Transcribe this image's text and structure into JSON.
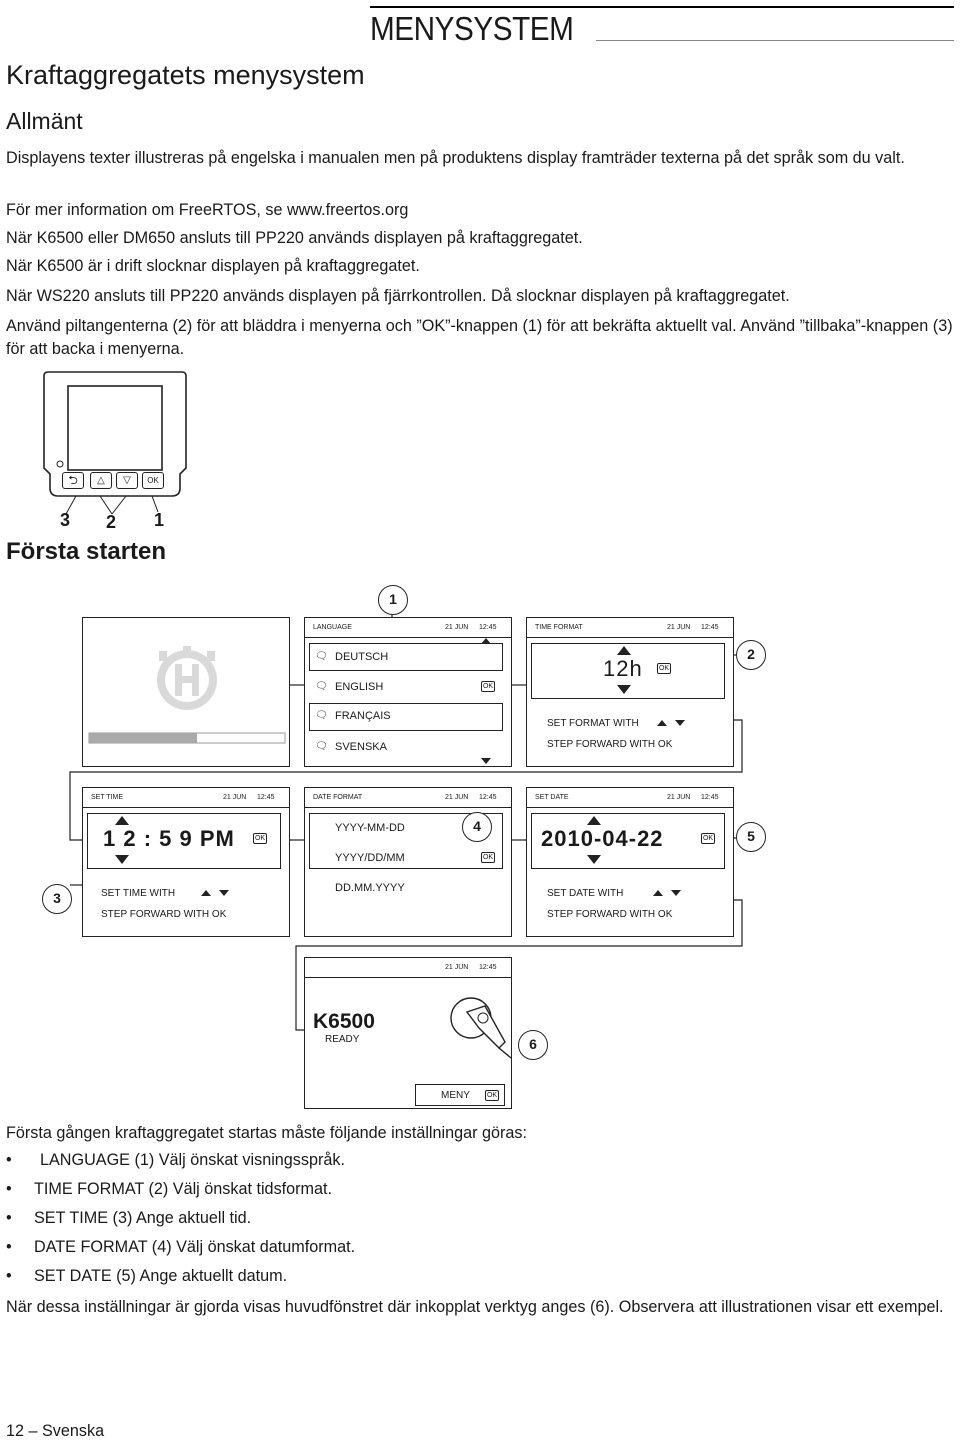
{
  "header": {
    "section_title": "MENYSYSTEM"
  },
  "title": "Kraftaggregatets menysystem",
  "allmant": {
    "heading": "Allmänt",
    "paragraphs": [
      "Displayens texter illustreras på engelska i manualen men på produktens display framträder texterna på det språk som du valt.",
      "För mer information om FreeRTOS, se www.freertos.org",
      "När K6500 eller DM650 ansluts till PP220 används displayen på kraftaggregatet.",
      "När K6500 är i drift slocknar displayen på kraftaggregatet.",
      "När WS220 ansluts till PP220 används displayen på fjärrkontrollen. Då slocknar displayen på kraftaggregatet.",
      "Använd piltangenterna (2) för att bläddra i menyerna och ”OK”-knappen (1) för att bekräfta aktuellt val. Använd ”tillbaka”-knappen (3) för att backa i menyerna."
    ]
  },
  "device": {
    "ok_label": "OK",
    "callouts": [
      "3",
      "2",
      "1"
    ]
  },
  "forsta_starten": {
    "heading": "Första starten",
    "callouts": {
      "one": "1",
      "two": "2",
      "three": "3",
      "four": "4",
      "five": "5",
      "six": "6"
    },
    "language_screen": {
      "title": "LANGUAGE",
      "date": "21 JUN",
      "time": "12:45",
      "options": [
        "DEUTSCH",
        "ENGLISH",
        "FRANÇAIS",
        "SVENSKA"
      ],
      "ok": "OK"
    },
    "time_format_screen": {
      "title": "TIME FORMAT",
      "date": "21 JUN",
      "time": "12:45",
      "value": "12h",
      "ok": "OK",
      "line1": "SET FORMAT WITH",
      "line2": "STEP FORWARD WITH OK"
    },
    "set_time_screen": {
      "title": "SET TIME",
      "date": "21 JUN",
      "time": "12:45",
      "value": "1 2 : 5 9 PM",
      "ok": "OK",
      "line1": "SET TIME WITH",
      "line2": "STEP FORWARD WITH OK"
    },
    "date_format_screen": {
      "title": "DATE FORMAT",
      "date": "21 JUN",
      "time": "12:45",
      "options": [
        "YYYY-MM-DD",
        "YYYY/DD/MM",
        "DD.MM.YYYY"
      ],
      "ok": "OK"
    },
    "set_date_screen": {
      "title": "SET DATE",
      "date": "21 JUN",
      "time": "12:45",
      "value": "2010-04-22",
      "ok": "OK",
      "line1": "SET DATE WITH",
      "line2": "STEP FORWARD WITH OK"
    },
    "main_screen": {
      "date": "21 JUN",
      "time": "12:45",
      "model": "K6500",
      "status": "READY",
      "menu_label": "MENY",
      "ok": "OK"
    }
  },
  "instructions": {
    "intro": "Första gången kraftaggregatet startas måste följande inställningar göras:",
    "items": [
      "LANGUAGE (1) Välj önskat visningsspråk.",
      "TIME FORMAT (2) Välj önskat tidsformat.",
      "SET TIME (3) Ange aktuell tid.",
      "DATE FORMAT (4) Välj önskat datumformat.",
      "SET DATE (5) Ange aktuellt datum."
    ],
    "bullet": "•",
    "outro": "När dessa inställningar är gjorda visas huvudfönstret där inkopplat verktyg anges (6). Observera att illustrationen visar ett exempel."
  },
  "footer": {
    "page": "12 – Svenska"
  }
}
